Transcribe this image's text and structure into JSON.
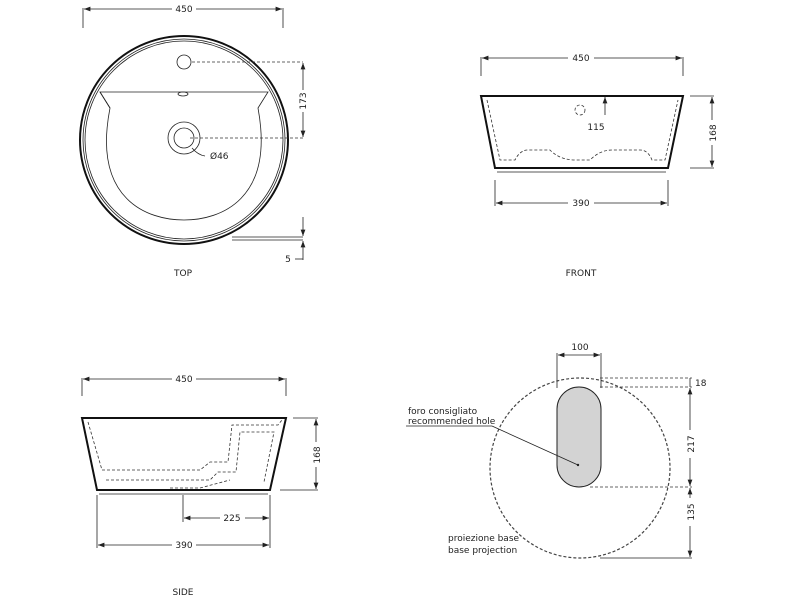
{
  "views": {
    "top": {
      "label": "TOP",
      "width": "450",
      "hole_offset": "173",
      "drain_diameter": "Ø46",
      "rim": "5"
    },
    "front": {
      "label": "FRONT",
      "top_width": "450",
      "height": "168",
      "base_width": "390",
      "overflow_height": "115"
    },
    "side": {
      "label": "SIDE",
      "top_width": "450",
      "height": "168",
      "drain_offset": "225",
      "base_width": "390"
    },
    "base": {
      "hole_width": "100",
      "top_offset": "18",
      "hole_length": "217",
      "bottom_offset": "135",
      "hole_label_it": "foro consigliato",
      "hole_label_en": "recommended hole",
      "base_label_it": "proiezione base",
      "base_label_en": "base projection",
      "hole_fill": "#d3d3d3"
    }
  }
}
